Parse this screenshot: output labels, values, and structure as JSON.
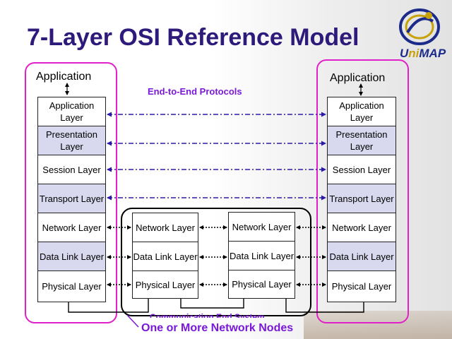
{
  "slide": {
    "title": "7-Layer OSI Reference Model",
    "end_to_end_label": "End-to-End Protocols",
    "network_nodes_label": "One or More Network Nodes",
    "obscured_label": "Communication End System"
  },
  "logo": {
    "text_u": "U",
    "text_ni": "ni",
    "text_map": "MAP",
    "accent": "#c8a20a",
    "primary": "#1c2a8a"
  },
  "end_systems": {
    "left": {
      "application": "Application",
      "layers": [
        "Application Layer",
        "Presentation Layer",
        "Session Layer",
        "Transport Layer",
        "Network Layer",
        "Data Link Layer",
        "Physical Layer"
      ]
    },
    "right": {
      "application": "Application",
      "layers": [
        "Application Layer",
        "Presentation Layer",
        "Session Layer",
        "Transport Layer",
        "Network Layer",
        "Data Link Layer",
        "Physical Layer"
      ]
    }
  },
  "network_nodes": [
    {
      "layers": [
        "Network Layer",
        "Data Link Layer",
        "Physical Layer"
      ]
    },
    {
      "layers": [
        "Network Layer",
        "Data Link Layer",
        "Physical Layer"
      ]
    }
  ],
  "colors": {
    "title": "#2e1a7a",
    "endpoint_outline": "#e020c8",
    "protocol_arrows": "#2a1aa8",
    "heading": "#7a18d8",
    "shaded_layer": "#d8d8ee"
  }
}
